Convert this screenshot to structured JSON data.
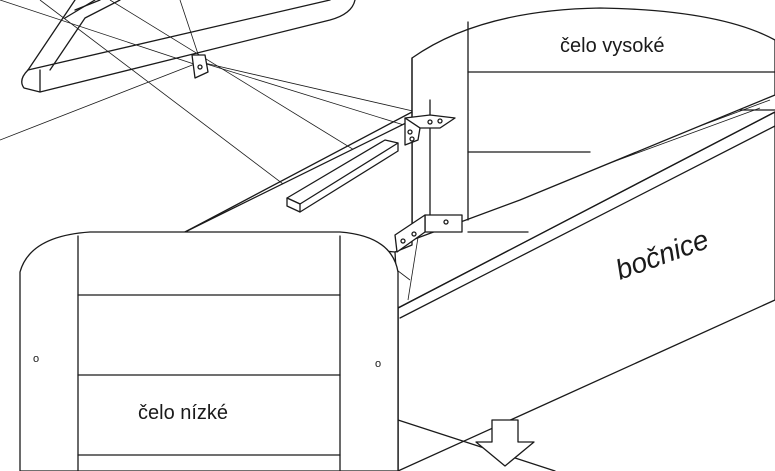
{
  "labels": {
    "headboard_high": "čelo vysoké",
    "side_panel": "bočnice",
    "headboard_low": "čelo nízké",
    "hole_mark_left": "o",
    "hole_mark_right": "o"
  },
  "icons": {
    "direction_arrow": "down-arrow-icon"
  },
  "colors": {
    "line": "#1a1a1a",
    "background": "#ffffff"
  }
}
